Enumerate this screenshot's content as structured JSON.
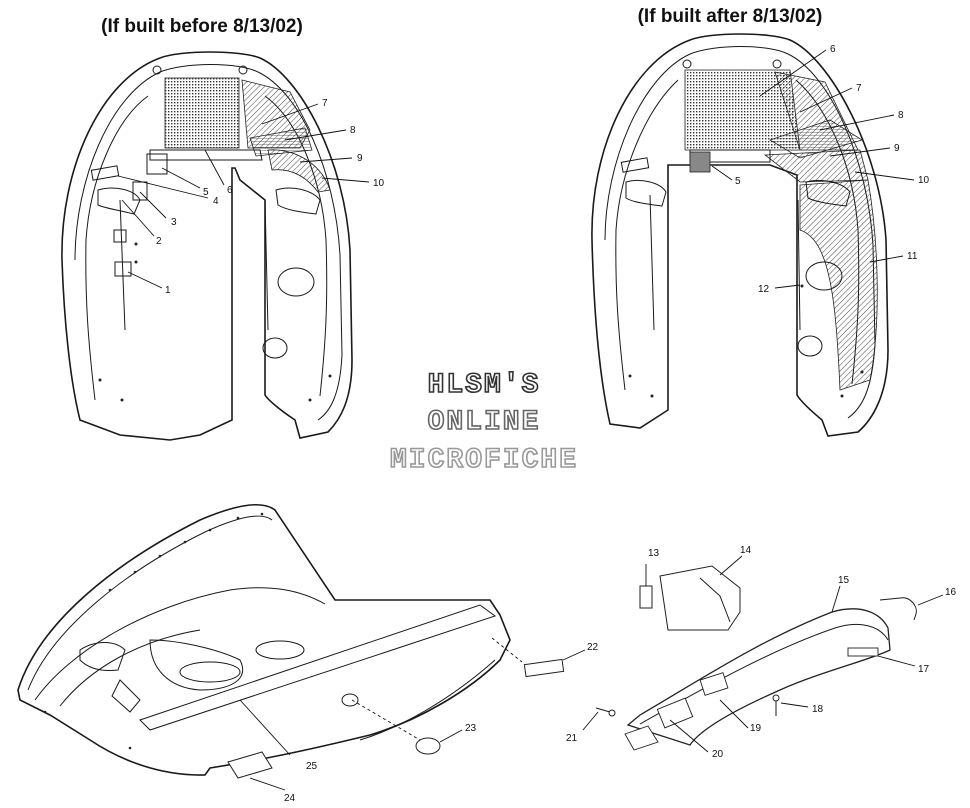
{
  "headers": {
    "before": "(If built before 8/13/02)",
    "after": "(If built after 8/13/02)"
  },
  "watermark": {
    "line1": "HLSM'S",
    "line2": "ONLINE",
    "line3": "MICROFICHE",
    "color1": "#333333",
    "color2": "#666666",
    "color3": "#999999"
  },
  "callouts": {
    "left": [
      "1",
      "2",
      "3",
      "4",
      "5",
      "6",
      "7",
      "8",
      "9",
      "10"
    ],
    "right": [
      "5",
      "6",
      "7",
      "8",
      "9",
      "10",
      "11",
      "12"
    ],
    "bottom": [
      "13",
      "14",
      "15",
      "16",
      "17",
      "18",
      "19",
      "20",
      "21",
      "22",
      "23",
      "24",
      "25"
    ]
  }
}
